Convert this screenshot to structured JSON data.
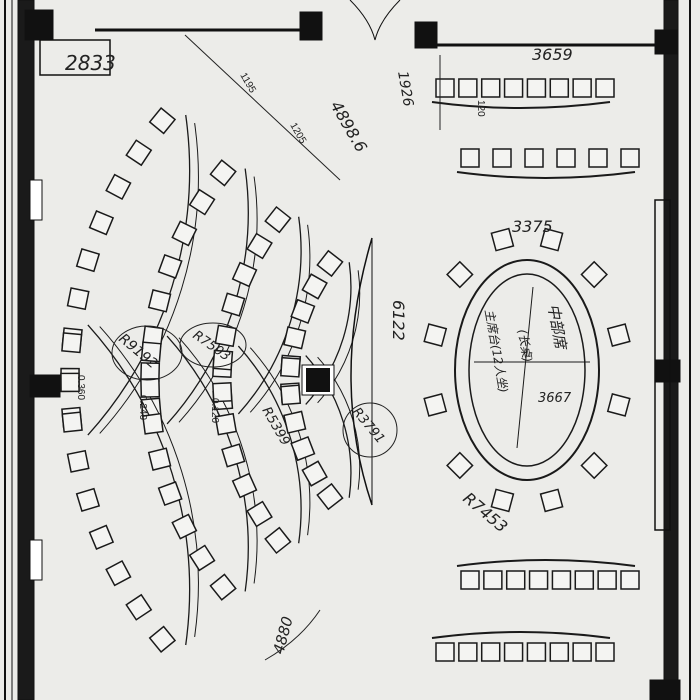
{
  "annotations": {
    "top_left_dim": "2833",
    "dim_1195": "1195",
    "dim_1205": "1205",
    "dim_4898": "4898.6",
    "dim_1926": "1926",
    "dim_3659": "3659",
    "dim_3375": "3375",
    "table_title": "中部席",
    "table_subtitle": "(长桌)",
    "table_label": "主席台(12人坐)",
    "table_dim": "3667",
    "r_7453": "R7453",
    "dim_6122": "6122",
    "r_9192": "R9192",
    "r_7503": "R7503",
    "r_5399": "R5399",
    "r_3791": "R3791",
    "dim_4880": "4880",
    "level_360": "0.360",
    "level_240": "0.240",
    "level_120": "0.120",
    "dim_120": "120"
  },
  "seating": {
    "upper_rows_seats": [
      9,
      8,
      7,
      6
    ],
    "lower_rows_seats": [
      9,
      8,
      7,
      6
    ],
    "table_seats": 12,
    "right_upper_rows_seats": [
      8,
      6
    ],
    "right_lower_rows_seats": [
      8,
      8
    ]
  }
}
